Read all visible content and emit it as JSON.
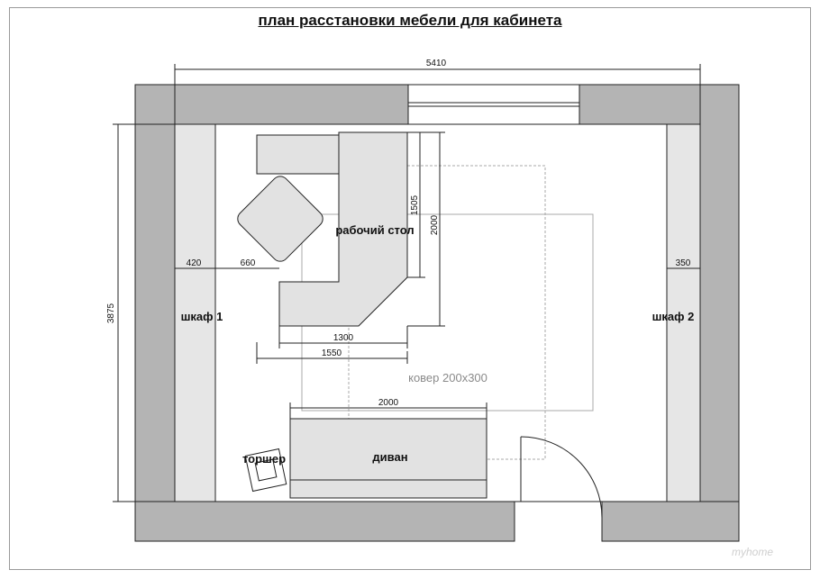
{
  "title": "план расстановки мебели для кабинета",
  "dimensions": {
    "overall_width": "5410",
    "overall_height": "3875",
    "left_wall_to_desk": "420",
    "desk_offset": "660",
    "right_wardrobe_depth": "350",
    "desk_return_length": "1505",
    "desk_length": "2000",
    "desk_depth_1": "1300",
    "desk_depth_2": "1550",
    "sofa_length": "2000"
  },
  "labels": {
    "desk": "рабочий стол",
    "wardrobe_1": "шкаф 1",
    "wardrobe_2": "шкаф 2",
    "rug": "ковер 200х300",
    "sofa": "диван",
    "floor_lamp": "торшер"
  },
  "watermark": "myhome",
  "colors": {
    "wall": "#b4b4b4",
    "wardrobe": "#e6e6e6",
    "furniture": "#e2e2e2",
    "line": "#222222"
  }
}
